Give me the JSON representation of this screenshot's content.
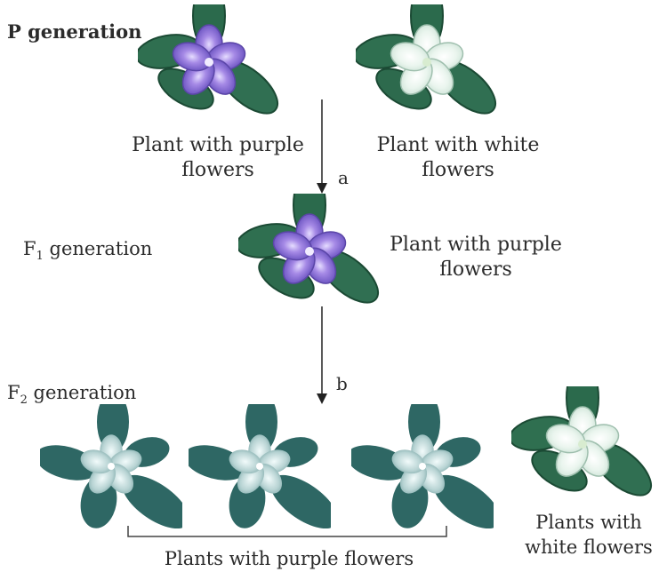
{
  "labels": {
    "p_generation": "P generation",
    "f1_prefix": "F",
    "f1_sub": "1",
    "f1_suffix": " generation",
    "f2_prefix": "F",
    "f2_sub": "2",
    "f2_suffix": " generation",
    "p_left_line1": "Plant with purple",
    "p_left_line2": "flowers",
    "p_right_line1": "Plant with white",
    "p_right_line2": "flowers",
    "f1_line1": "Plant with purple",
    "f1_line2": "flowers",
    "f2_white_line1": "Plants with",
    "f2_white_line2": "white flowers",
    "f2_purple_group": "Plants with purple flowers",
    "arrow_a": "a",
    "arrow_b": "b"
  },
  "colors": {
    "leaf": "#2f6b4e",
    "leaf_dark": "#1f4f38",
    "purple_petal": "#8e72d6",
    "purple_center": "#c9b8f2",
    "white_petal": "#e6f2ea",
    "white_center": "#f7fbf8",
    "dark_plant": "#2f6a66",
    "dark_flower": "#c8dcdc"
  },
  "icons": [
    "purple-flower-plant-icon",
    "white-flower-plant-icon"
  ]
}
